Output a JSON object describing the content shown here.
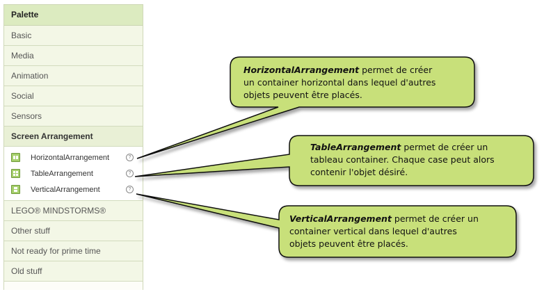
{
  "palette": {
    "header": "Palette",
    "categories_top": [
      "Basic",
      "Media",
      "Animation",
      "Social",
      "Sensors"
    ],
    "open_category": "Screen Arrangement",
    "components": [
      {
        "label": "HorizontalArrangement",
        "icon": "horizontal-arrangement-icon",
        "help": "?"
      },
      {
        "label": "TableArrangement",
        "icon": "table-arrangement-icon",
        "help": "?"
      },
      {
        "label": "VerticalArrangement",
        "icon": "vertical-arrangement-icon",
        "help": "?"
      }
    ],
    "categories_bottom": [
      "LEGO® MINDSTORMS®",
      "Other stuff",
      "Not ready for prime time",
      "Old stuff"
    ]
  },
  "callouts": [
    {
      "term": "HorizontalArrangement",
      "line1_rest": " permet de créer",
      "line2": "un container horizontal dans lequel d'autres",
      "line3": "objets peuvent être placés."
    },
    {
      "term": "TableArrangement",
      "line1_rest": " permet de créer un",
      "line2": "tableau container. Chaque case peut alors",
      "line3": "contenir l'objet désiré."
    },
    {
      "term": "VerticalArrangement",
      "line1_rest": " permet de créer un",
      "line2": "container vertical dans lequel d'autres",
      "line3": "objets peuvent être placés."
    }
  ],
  "colors": {
    "callout_fill": "#c8e07a",
    "callout_border": "#111111",
    "palette_header": "#dcebc0"
  }
}
